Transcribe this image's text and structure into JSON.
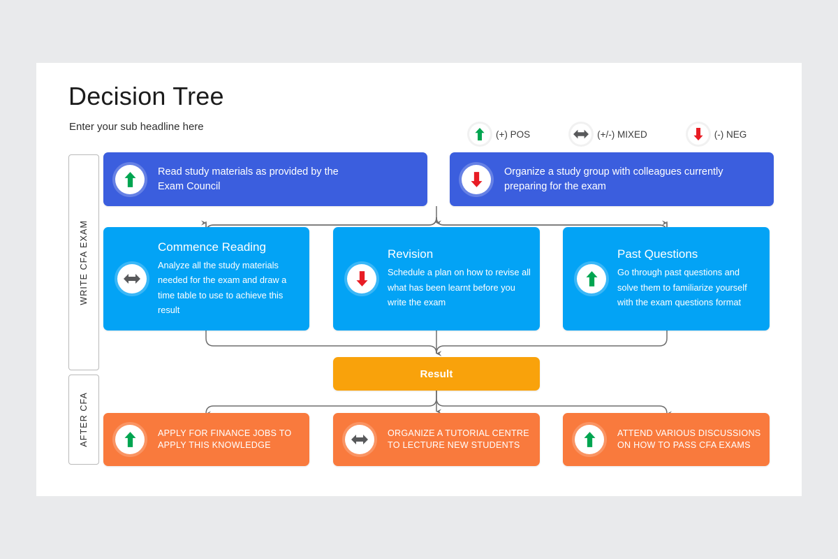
{
  "header": {
    "title": "Decision Tree",
    "subtitle": "Enter your sub headline here"
  },
  "legend": {
    "items": [
      {
        "label": "(+) POS",
        "icon": "arrow-up-icon",
        "color": "#00a550"
      },
      {
        "label": "(+/-) MIXED",
        "icon": "arrow-left-right-icon",
        "color": "#58595b"
      },
      {
        "label": "(-) NEG",
        "icon": "arrow-down-icon",
        "color": "#e81c24"
      }
    ]
  },
  "rails": [
    {
      "label": "WRITE CFA EXAM"
    },
    {
      "label": "AFTER CFA"
    }
  ],
  "colors": {
    "top_node": "#3b5ede",
    "mid_node": "#03a3f5",
    "result_node": "#f9a20b",
    "bottom_node": "#f97a3d",
    "connector": "#6e6e6e",
    "slide_bg": "#ffffff",
    "page_bg": "#e9eaec"
  },
  "nodes": {
    "top": [
      {
        "id": "read-study-materials",
        "icon": "arrow-up-icon",
        "line1": "Read study materials as provided by the",
        "line2": "Exam Council"
      },
      {
        "id": "organize-study-group",
        "icon": "arrow-down-icon",
        "line1": "Organize a study group with colleagues currently",
        "line2": "preparing for the exam"
      }
    ],
    "middle": [
      {
        "id": "commence-reading",
        "icon": "arrow-left-right-icon",
        "title": "Commence Reading",
        "body": "Analyze all the study materials needed for the exam and draw a time table to use to achieve this result"
      },
      {
        "id": "revision",
        "icon": "arrow-down-icon",
        "title": "Revision",
        "body": "Schedule a plan on how to revise all what has been learnt before you write the exam"
      },
      {
        "id": "past-questions",
        "icon": "arrow-up-icon",
        "title": "Past Questions",
        "body": "Go through past questions and solve them to familiarize yourself with the exam questions format"
      }
    ],
    "result": {
      "id": "result",
      "label": "Result"
    },
    "bottom": [
      {
        "id": "apply-finance-jobs",
        "icon": "arrow-up-icon",
        "line1": "APPLY FOR FINANCE JOBS TO",
        "line2": "APPLY THIS KNOWLEDGE"
      },
      {
        "id": "organize-tutorial-centre",
        "icon": "arrow-left-right-icon",
        "line1": "ORGANIZE A TUTORIAL CENTRE",
        "line2": "TO LECTURE NEW STUDENTS"
      },
      {
        "id": "attend-discussions",
        "icon": "arrow-up-icon",
        "line1": "ATTEND VARIOUS DISCUSSIONS",
        "line2": "ON HOW TO PASS CFA EXAMS"
      }
    ]
  }
}
